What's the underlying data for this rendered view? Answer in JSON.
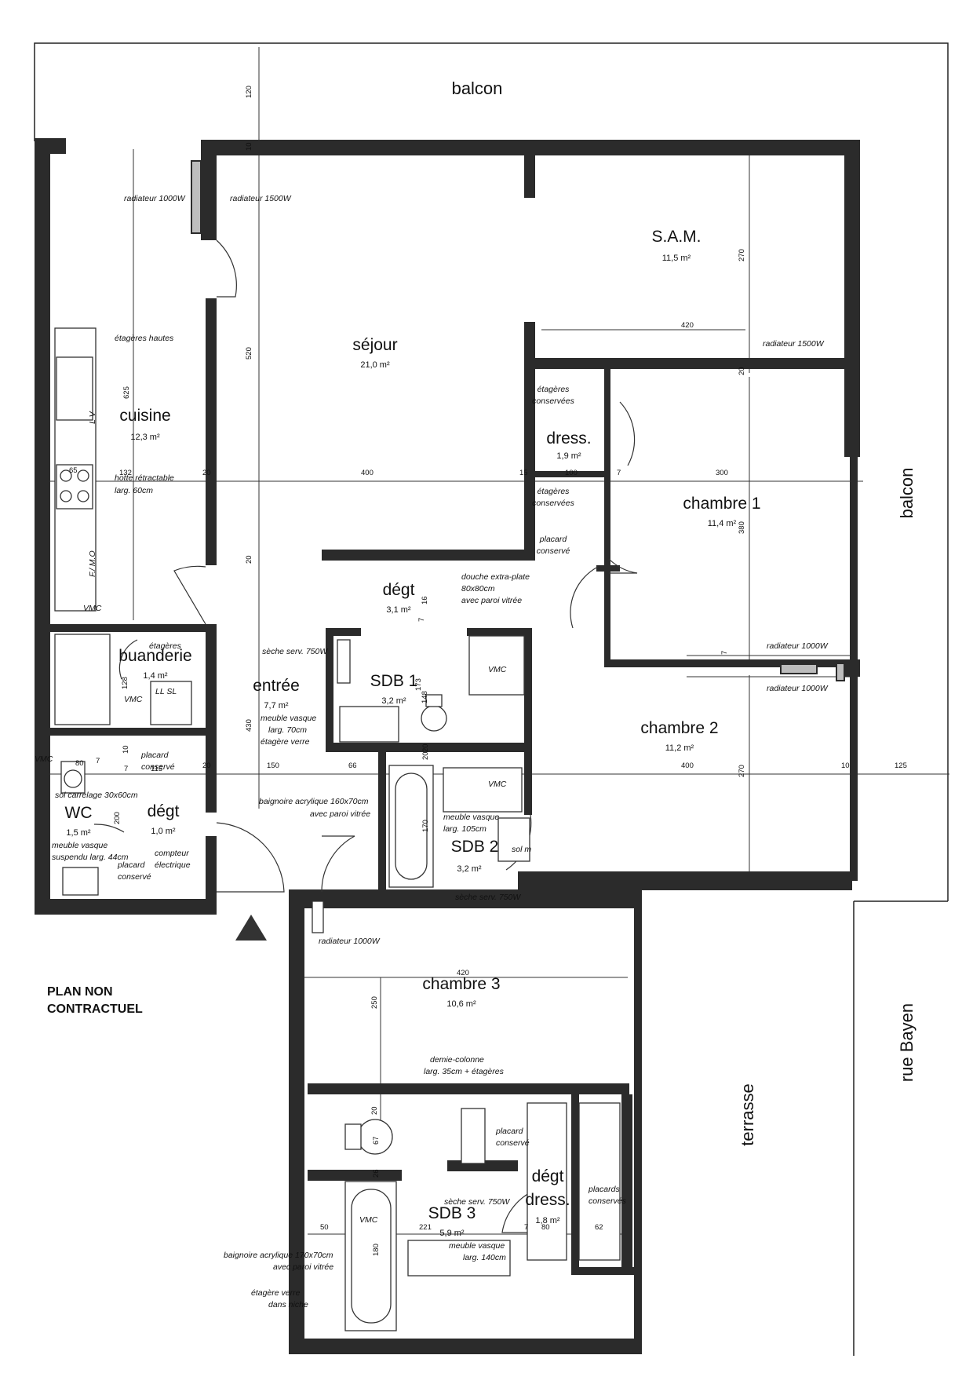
{
  "rooms": {
    "sejour": {
      "name": "séjour",
      "area": "21,0 m²"
    },
    "sam": {
      "name": "S.A.M.",
      "area": "11,5 m²"
    },
    "cuisine": {
      "name": "cuisine",
      "area": "12,3 m²"
    },
    "dress": {
      "name": "dress.",
      "area": "1,9 m²"
    },
    "chambre1": {
      "name": "chambre 1",
      "area": "11,4 m²"
    },
    "degt1": {
      "name": "dégt",
      "area": "3,1 m²"
    },
    "buanderie": {
      "name": "buanderie",
      "area": "1,4 m²"
    },
    "entree": {
      "name": "entrée",
      "area": "7,7 m²"
    },
    "sdb1": {
      "name": "SDB 1",
      "area": "3,2 m²"
    },
    "chambre2": {
      "name": "chambre 2",
      "area": "11,2 m²"
    },
    "wc": {
      "name": "WC",
      "area": "1,5 m²"
    },
    "degt2": {
      "name": "dégt",
      "area": "1,0 m²"
    },
    "sdb2": {
      "name": "SDB 2",
      "area": "3,2 m²"
    },
    "chambre3": {
      "name": "chambre 3",
      "area": "10,6 m²"
    },
    "sdb3": {
      "name": "SDB 3",
      "area": "5,9 m²"
    },
    "degtdress_a": {
      "name": "dégt"
    },
    "degtdress_b": {
      "name": "dress.",
      "area": "1,8 m²"
    }
  },
  "exterior": {
    "balcon_top": "balcon",
    "balcon_right": "balcon",
    "terrasse": "terrasse",
    "rue": "rue Bayen",
    "disclaimer_1": "PLAN NON",
    "disclaimer_2": "CONTRACTUEL"
  },
  "notes": {
    "rad1000_kitchen": "radiateur 1000W",
    "rad1500_sejour": "radiateur 1500W",
    "rad1500_sam": "radiateur 1500W",
    "etageres_hautes": "étagères hautes",
    "hotte_1": "hotte rétractable",
    "hotte_2": "larg. 60cm",
    "lv": "L V",
    "fmo": "F./ M.O",
    "vmc_kitchen": "VMC",
    "etageres_conservees_1a": "étagères",
    "etageres_conservees_1b": "conservées",
    "etageres_conservees_2a": "étagères",
    "etageres_conservees_2b": "conservées",
    "placard_conserve_1a": "placard",
    "placard_conserve_1b": "conservé",
    "douche_1": "douche extra-plate",
    "douche_2": "80x80cm",
    "douche_3": "avec paroi vitrée",
    "vmc_sdb1": "VMC",
    "seche_sdb1": "sèche serv. 750W",
    "meuble_sdb1_1": "meuble vasque",
    "meuble_sdb1_2": "larg. 70cm",
    "meuble_sdb1_3": "étagère verre",
    "rad1000_ch1": "radiateur 1000W",
    "rad1000_ch2": "radiateur 1000W",
    "etageres_buand": "étagères",
    "buand_ls": "LL  SL",
    "vmc_buand": "VMC",
    "vmc_wc": "VMC",
    "placard_conserve_2a": "placard",
    "placard_conserve_2b": "conservé",
    "sol_carrelage": "sol carrelage 30x60cm",
    "meuble_wc_1": "meuble vasque",
    "meuble_wc_2": "suspendu larg. 44cm",
    "placard_conserve_3a": "placard",
    "placard_conserve_3b": "conservé",
    "compteur_1": "compteur",
    "compteur_2": "électrique",
    "baignoire_1": "baignoire acrylique 160x70cm",
    "baignoire_2": "avec paroi vitrée",
    "vmc_sdb2": "VMC",
    "meuble_sdb2_1": "meuble vasque",
    "meuble_sdb2_2": "larg. 105cm",
    "sol_sdb2": "sol m",
    "seche_sdb2": "sèche serv. 750W",
    "rad1000_ch3": "radiateur 1000W",
    "demie_col_1": "demie-colonne",
    "demie_col_2": "larg. 35cm + étagères",
    "placard_conserve_4a": "placard",
    "placard_conserve_4b": "conservé",
    "placards_conserves_a": "placards",
    "placards_conserves_b": "conservés",
    "seche_sdb3": "sèche serv. 750W",
    "vmc_sdb3": "VMC",
    "meuble_sdb3_1": "meuble vasque",
    "meuble_sdb3_2": "larg. 140cm",
    "baignoire3_1": "baignoire acrylique 170x70cm",
    "baignoire3_2": "avec paroi vitrée",
    "etagere_verre_1": "étagère verre",
    "etagere_verre_2": "dans niche"
  },
  "dimensions": {
    "d120": "120",
    "d10": "10",
    "d270_sam": "270",
    "d420_sam": "420",
    "d520": "520",
    "d625": "625",
    "d132": "132",
    "d20_a": "20",
    "d400": "400",
    "d15": "15",
    "d100": "100",
    "d7_a": "7",
    "d300": "300",
    "d380": "380",
    "d20_b": "20",
    "d20_c": "20",
    "d65": "65",
    "d7_b": "7",
    "d16": "16",
    "d7_c": "7",
    "d173": "173",
    "d148": "148",
    "d128": "128",
    "d7_d": "7",
    "d10_b": "10",
    "d115": "115",
    "d7_e": "7",
    "d20_d": "20",
    "d150": "150",
    "d66": "66",
    "d20_e": "20",
    "d400_b": "400",
    "d10_c": "10",
    "d125": "125",
    "d270_b": "270",
    "d430": "430",
    "d80": "80",
    "d200": "200",
    "d170": "170",
    "d420_c3": "420",
    "d250": "250",
    "d20_f": "20",
    "d67": "67",
    "d26": "26",
    "d50": "50",
    "d221": "221",
    "d180": "180",
    "d7_f": "7",
    "d80_b": "80",
    "d62": "62",
    "d20_g": "20"
  }
}
